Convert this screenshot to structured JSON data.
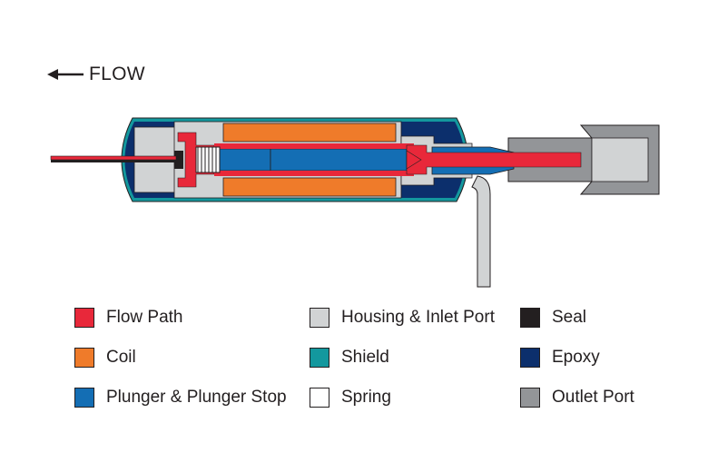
{
  "flow_label": "FLOW",
  "colors": {
    "flow_path": "#e8283a",
    "coil": "#ef7b2a",
    "plunger": "#146eb4",
    "housing": "#d1d3d4",
    "shield": "#13989e",
    "spring": "#ffffff",
    "seal": "#231f20",
    "epoxy": "#0c2f6c",
    "outlet_port": "#939598"
  },
  "legend": [
    {
      "label": "Flow Path",
      "color": "#e8283a"
    },
    {
      "label": "Housing & Inlet Port",
      "color": "#d1d3d4"
    },
    {
      "label": "Seal",
      "color": "#231f20"
    },
    {
      "label": "Coil",
      "color": "#ef7b2a"
    },
    {
      "label": "Shield",
      "color": "#13989e"
    },
    {
      "label": "Epoxy",
      "color": "#0c2f6c"
    },
    {
      "label": "Plunger & Plunger Stop",
      "color": "#146eb4"
    },
    {
      "label": "Spring",
      "color": "#ffffff"
    },
    {
      "label": "Outlet Port",
      "color": "#939598"
    }
  ]
}
